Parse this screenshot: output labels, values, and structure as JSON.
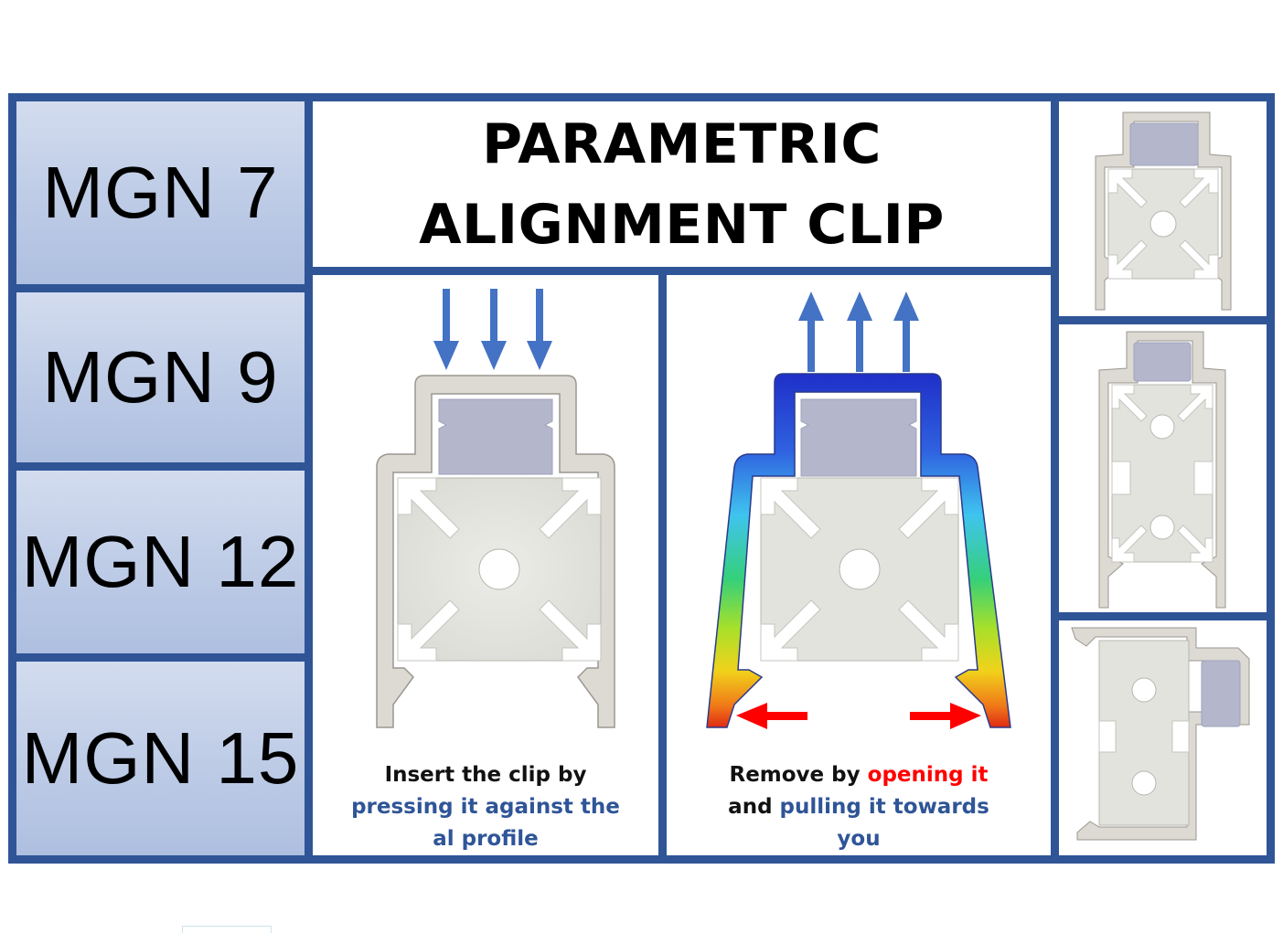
{
  "title": {
    "line1": "PARAMETRIC",
    "line2": "ALIGNMENT CLIP"
  },
  "sizes": [
    {
      "label": "MGN 7"
    },
    {
      "label": "MGN 9"
    },
    {
      "label": "MGN 12"
    },
    {
      "label": "MGN 15"
    }
  ],
  "insert_panel": {
    "line1": "Insert the clip by",
    "line2": "pressing it against the",
    "line3": "al profile",
    "arrow_icon": "arrow-down-icon"
  },
  "remove_panel": {
    "line1_a": "Remove by",
    "line1_b": "opening it",
    "line2_a": "and",
    "line2_b": "pulling it towards",
    "line3": "you",
    "arrow_icon": "arrow-up-icon"
  },
  "colors": {
    "frame": "#2f5597",
    "text_blue": "#2f5597",
    "text_red": "#ff0000",
    "arrow_blue": "#4472c4",
    "arrow_red": "#ff0000",
    "clip_grey": "#d9d6cf",
    "rail_lilac": "#b4b7cc"
  }
}
